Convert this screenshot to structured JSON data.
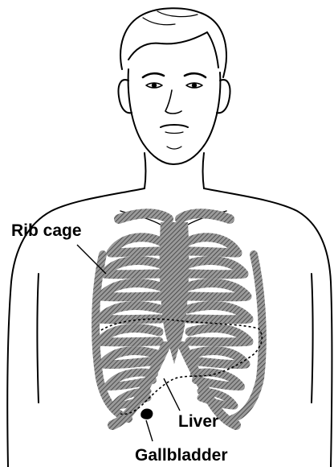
{
  "labels": {
    "rib_cage": "Rib cage",
    "liver": "Liver",
    "gallbladder": "Gallbladder"
  },
  "colors": {
    "ink": "#000000",
    "ribs": "#7a7a7a",
    "background": "#ffffff"
  }
}
